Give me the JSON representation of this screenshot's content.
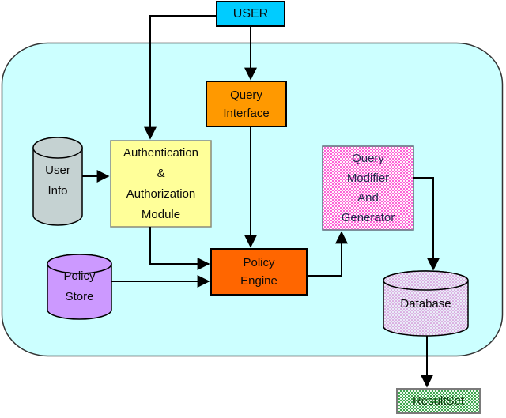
{
  "diagram": {
    "nodes": {
      "user": {
        "label": "USER"
      },
      "query_interface": {
        "label": "Query\nInterface"
      },
      "auth_module": {
        "label": "Authentication\n&\nAuthorization\nModule"
      },
      "policy_engine": {
        "label": "Policy\nEngine"
      },
      "user_info": {
        "label": "User\nInfo"
      },
      "policy_store": {
        "label": "Policy\nStore"
      },
      "query_modifier": {
        "label": "Query\nModifier\nAnd\nGenerator"
      },
      "database": {
        "label": "Database"
      },
      "result_set": {
        "label": "ResultSet"
      }
    },
    "edges": [
      {
        "from": "user",
        "to": "auth_module"
      },
      {
        "from": "user",
        "to": "query_interface"
      },
      {
        "from": "query_interface",
        "to": "policy_engine"
      },
      {
        "from": "auth_module",
        "to": "policy_engine"
      },
      {
        "from": "user_info",
        "to": "auth_module"
      },
      {
        "from": "policy_store",
        "to": "policy_engine"
      },
      {
        "from": "policy_engine",
        "to": "query_modifier"
      },
      {
        "from": "query_modifier",
        "to": "database"
      },
      {
        "from": "database",
        "to": "result_set"
      }
    ],
    "colors": {
      "container_fill": "#CCFFFF",
      "container_stroke": "#333333",
      "user_fill": "#00CCFF",
      "query_interface_fill": "#FF9900",
      "auth_fill": "#FFFF99",
      "policy_engine_fill": "#FF6600",
      "user_info_fill": "#C5D2D2",
      "policy_store_fill": "#CC99FF",
      "qm_dot": "#FF33CC",
      "db_base": "#E9EDF7",
      "db_dot": "#CC66CC",
      "rs_dot": "#2E9E40",
      "line": "#000000"
    }
  }
}
